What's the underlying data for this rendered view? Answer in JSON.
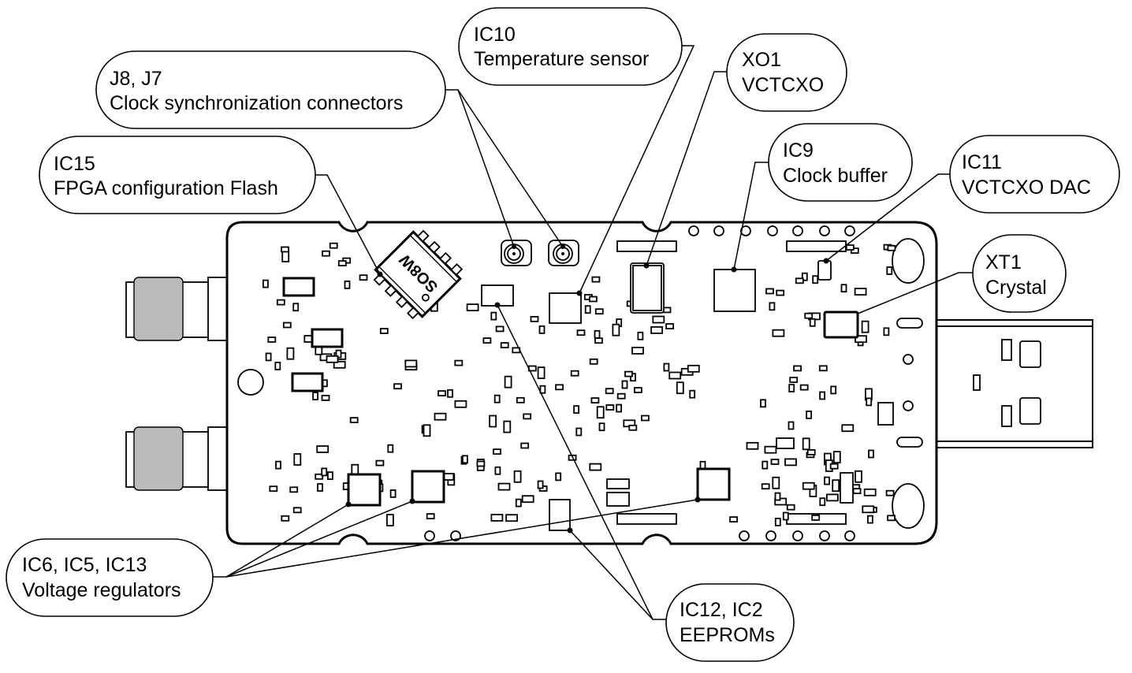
{
  "diagram": {
    "subject": "PCB top-side component layout with labeled callouts",
    "chip_marking": "SO8W",
    "callouts": [
      {
        "id": "ic15",
        "designator": "IC15",
        "description": "FPGA configuration Flash"
      },
      {
        "id": "j8-j7",
        "designator": "J8, J7",
        "description": "Clock synchronization connectors"
      },
      {
        "id": "ic10",
        "designator": "IC10",
        "description": "Temperature sensor"
      },
      {
        "id": "xo1",
        "designator": "XO1",
        "description": "VCTCXO"
      },
      {
        "id": "ic9",
        "designator": "IC9",
        "description": "Clock buffer"
      },
      {
        "id": "ic11",
        "designator": "IC11",
        "description": "VCTCXO DAC"
      },
      {
        "id": "xt1",
        "designator": "XT1",
        "description": "Crystal"
      },
      {
        "id": "ic6-ic5-ic13",
        "designator": "IC6, IC5, IC13",
        "description": "Voltage regulators"
      },
      {
        "id": "ic12-ic2",
        "designator": "IC12, IC2",
        "description": "EEPROMs"
      }
    ]
  }
}
